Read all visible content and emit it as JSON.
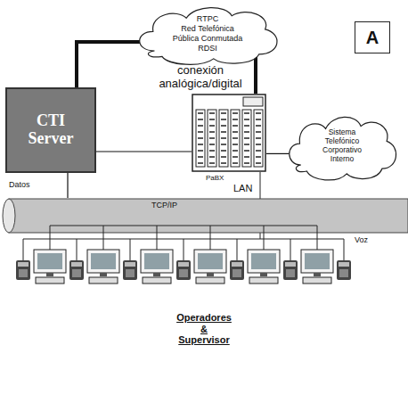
{
  "diagram": {
    "nodes": [
      {
        "text": [
          "RTPC",
          "Red Telefónica Pública Conmutada",
          "RDSI"
        ]
      },
      {
        "text": [
          "A"
        ]
      },
      {
        "text": [
          "CTI Server"
        ]
      },
      {
        "text": [
          "PaBX"
        ]
      },
      {
        "text": [
          "Sistema Telefónico Corporativo Interno"
        ]
      },
      {
        "text": [
          "LAN",
          "TCP/IP"
        ]
      }
    ],
    "edges": [
      {
        "from": 2,
        "to": 0,
        "arrow": "none"
      },
      {
        "from": 3,
        "to": 0,
        "arrow": "none"
      },
      {
        "from": 3,
        "to": 4,
        "arrow": "none"
      },
      {
        "from": 2,
        "to": 3,
        "arrow": "none"
      },
      {
        "from": 2,
        "to": 5,
        "arrow": "none"
      }
    ],
    "labels": [
      "conexión analógica/digital",
      "Datos",
      "Voz",
      "Operadores & Supervisor"
    ]
  }
}
